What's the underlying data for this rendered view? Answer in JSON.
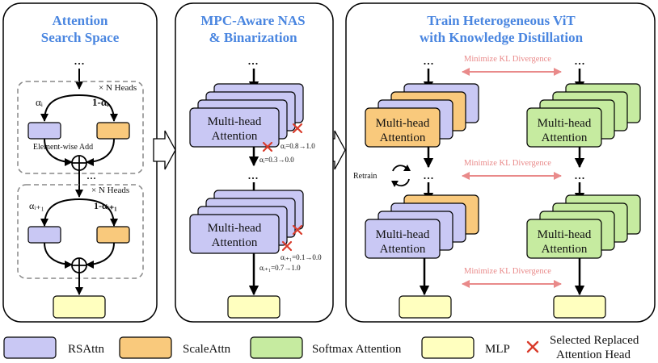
{
  "panels": {
    "search_space": {
      "title_line1": "Attention",
      "title_line2": "Search Space",
      "ellipsis": "...",
      "block1": {
        "heads": "× N Heads",
        "alpha_left": "αᵢ",
        "alpha_right": "1-αᵢ",
        "add_label": "Element-wise Add"
      },
      "block2": {
        "heads": "× N Heads",
        "alpha_left": "αᵢ₊₁",
        "alpha_right": "1-αᵢ₊₁"
      }
    },
    "nas": {
      "title_line1": "MPC-Aware NAS",
      "title_line2": "& Binarization",
      "ellipsis": "...",
      "attn_line1": "Multi-head",
      "attn_line2": "Attention",
      "block1": {
        "alpha_a": "αᵢ=0.8→1.0",
        "alpha_b": "αᵢ=0.3→0.0"
      },
      "block2": {
        "alpha_a": "αᵢ₊₁=0.1→0.0",
        "alpha_b": "αᵢ₊₁=0.7→1.0"
      }
    },
    "train": {
      "title_line1": "Train Heterogeneous  ViT",
      "title_line2": "with Knowledge Distillation",
      "ellipsis": "...",
      "attn_line1": "Multi-head",
      "attn_line2": "Attention",
      "kl_label": "Minimize KL Divergence",
      "retrain_label": "Retrain"
    }
  },
  "legend": {
    "rsattn": "RSAttn",
    "scaleattn": "ScaleAttn",
    "softmax": "Softmax Attention",
    "mlp": "MLP",
    "replaced_line1": "Selected Replaced",
    "replaced_line2": "Attention Head"
  },
  "colors": {
    "rsattn": "#c9c8f4",
    "scaleattn": "#f9c97c",
    "softmax": "#c6eba0",
    "mlp": "#ffffbf",
    "title": "#4a86e0",
    "kl": "#e98a8a",
    "cross": "#d93b2b"
  },
  "icons": [
    "cross-icon",
    "retrain-cycle-icon",
    "element-wise-add-icon",
    "block-arrow-icon"
  ]
}
